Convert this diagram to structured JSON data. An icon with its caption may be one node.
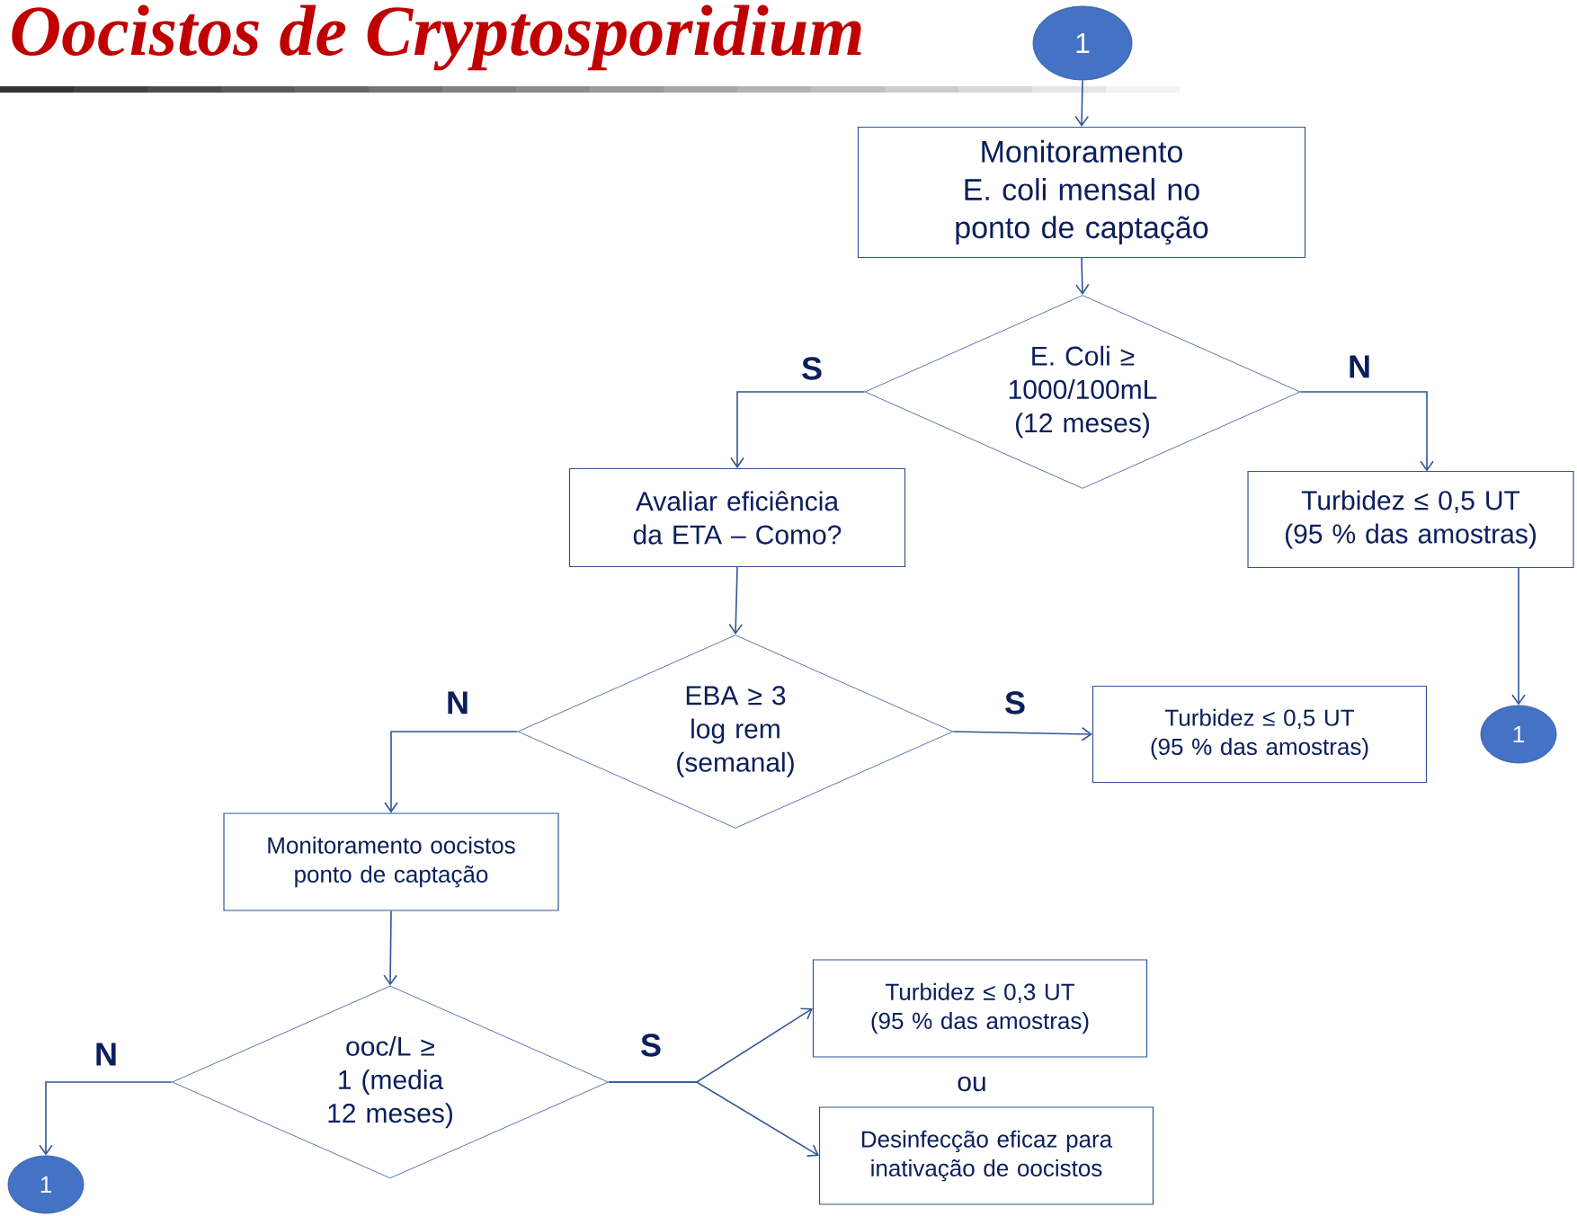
{
  "diagram": {
    "title": "Oocistos de Cryptosporidium",
    "nodes": [
      {
        "text": [
          "1"
        ]
      },
      {
        "text": [
          "Monitoramento E. coli mensal no ponto de captação"
        ]
      },
      {
        "text": [
          "E. Coli ≥ 1000/100mL (12 meses)"
        ]
      },
      {
        "text": [
          "Avaliar eficiência da ETA – Como?"
        ]
      },
      {
        "text": [
          "Turbidez ≤ 0,5 UT (95 % das amostras)"
        ]
      },
      {
        "text": [
          "EBA ≥ 3 log rem (semanal)"
        ]
      },
      {
        "text": [
          "Turbidez ≤ 0,5 UT (95 % das amostras)"
        ]
      },
      {
        "text": [
          "1"
        ]
      },
      {
        "text": [
          "Monitoramento oocistos ponto de captação"
        ]
      },
      {
        "text": [
          "ooc/L ≥ 1 (media 12 meses)"
        ]
      },
      {
        "text": [
          "Turbidez ≤ 0,3 UT (95 % das amostras)"
        ]
      },
      {
        "text": [
          "Desinfecção eficaz para inativação de oocistos"
        ]
      },
      {
        "text": [
          "1"
        ]
      }
    ],
    "edges": [
      {
        "from": 0,
        "to": 1,
        "arrow": "to"
      },
      {
        "from": 1,
        "to": 2,
        "arrow": "to"
      },
      {
        "from": 2,
        "to": 3,
        "arrow": "to",
        "label": "S"
      },
      {
        "from": 2,
        "to": 4,
        "arrow": "to",
        "label": "N"
      },
      {
        "from": 4,
        "to": 7,
        "arrow": "to"
      },
      {
        "from": 3,
        "to": 5,
        "arrow": "to"
      },
      {
        "from": 5,
        "to": 6,
        "arrow": "to",
        "label": "S"
      },
      {
        "from": 5,
        "to": 8,
        "arrow": "to",
        "label": "N"
      },
      {
        "from": 8,
        "to": 9,
        "arrow": "to"
      },
      {
        "from": 9,
        "to": 12,
        "arrow": "to",
        "label": "N"
      },
      {
        "from": 9,
        "to": 10,
        "arrow": "to",
        "label": "S"
      },
      {
        "from": 9,
        "to": 11,
        "arrow": "to"
      }
    ],
    "labels": [
      "ou"
    ]
  }
}
